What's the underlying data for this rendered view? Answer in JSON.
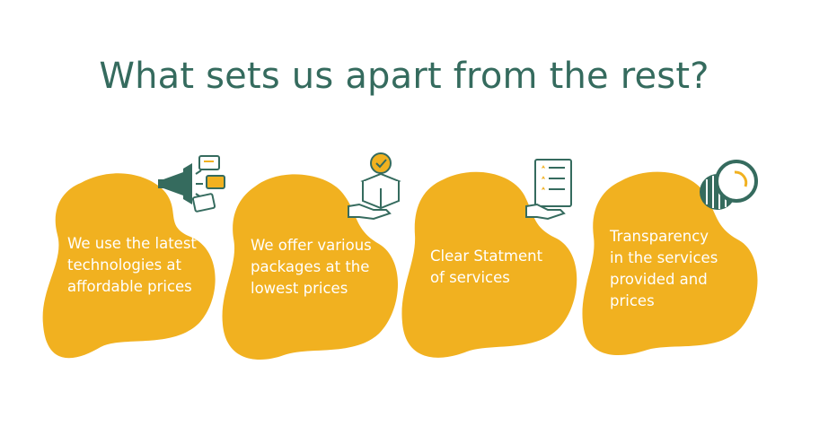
{
  "title": "What sets us apart from the rest?",
  "colors": {
    "title": "#356b5e",
    "blob": "#f1b120",
    "icon": "#356b5e",
    "icon_accent": "#f1b120"
  },
  "cards": [
    {
      "text_lines": [
        "We use the latest",
        "technologies at",
        "affordable prices"
      ],
      "icon": "megaphone-icon"
    },
    {
      "text_lines": [
        "We offer various",
        "packages at the",
        "lowest prices"
      ],
      "icon": "gift-box-icon"
    },
    {
      "text_lines": [
        "Clear Statment",
        "of services"
      ],
      "icon": "checklist-icon"
    },
    {
      "text_lines": [
        "Transparency",
        "in the services",
        "provided and",
        "prices"
      ],
      "icon": "coins-icon"
    }
  ]
}
